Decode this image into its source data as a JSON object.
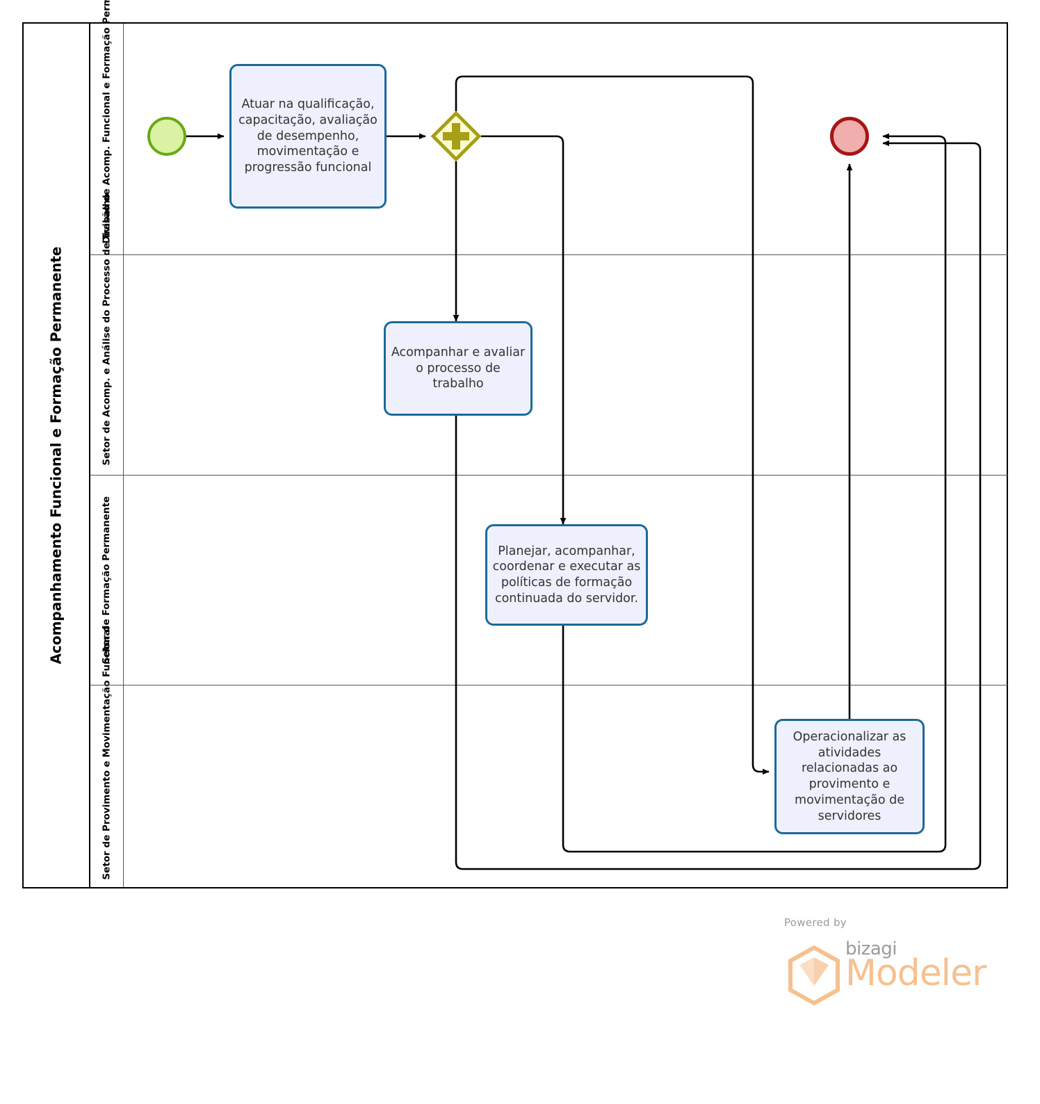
{
  "diagram": {
    "type": "bpmn-process-diagram",
    "pool": {
      "title": "Acompanhamento Funcional e Formação Permanente"
    },
    "lanes": [
      {
        "id": "lane-1",
        "label": "Divisão de Acomp. Funcional e Formação Permanente"
      },
      {
        "id": "lane-2",
        "label": "Setor de Acomp. e Análise do Processo de Trabalho"
      },
      {
        "id": "lane-3",
        "label": "Setor de Formação Permanente"
      },
      {
        "id": "lane-4",
        "label": "Setor de Provimento e Movimentação Funcional"
      }
    ],
    "events": [
      {
        "id": "start-event",
        "kind": "start",
        "label": "",
        "lane": "lane-1",
        "fill": "#d9f2a4",
        "stroke": "#6aa812"
      },
      {
        "id": "end-event",
        "kind": "end",
        "label": "",
        "lane": "lane-1",
        "fill": "#f0aeae",
        "stroke": "#a81414"
      }
    ],
    "gateways": [
      {
        "id": "parallel-gateway",
        "kind": "parallel",
        "symbol": "plus",
        "label": "",
        "lane": "lane-1",
        "fill": "#fbfbcf",
        "stroke": "#a6a016"
      }
    ],
    "tasks": [
      {
        "id": "task-1",
        "lane": "lane-1",
        "label": "Atuar na qualificação, capacitação, avaliação de desempenho, movimentação e progressão funcional"
      },
      {
        "id": "task-2",
        "lane": "lane-2",
        "label": "Acompanhar e avaliar o processo de trabalho"
      },
      {
        "id": "task-3",
        "lane": "lane-3",
        "label": "Planejar, acompanhar, coordenar e executar as políticas de formação continuada do servidor."
      },
      {
        "id": "task-4",
        "lane": "lane-4",
        "label": "Operacionalizar as atividades relacionadas ao provimento e movimentação de servidores"
      }
    ],
    "flows": [
      {
        "id": "flow-start-task1",
        "from": "start-event",
        "to": "task-1",
        "label": ""
      },
      {
        "id": "flow-task1-gateway",
        "from": "task-1",
        "to": "parallel-gateway",
        "label": ""
      },
      {
        "id": "flow-gateway-task2",
        "from": "parallel-gateway",
        "to": "task-2",
        "label": ""
      },
      {
        "id": "flow-gateway-task3",
        "from": "parallel-gateway",
        "to": "task-3",
        "label": ""
      },
      {
        "id": "flow-gateway-task4",
        "from": "parallel-gateway",
        "to": "task-4",
        "label": ""
      },
      {
        "id": "flow-task2-end",
        "from": "task-2",
        "to": "end-event",
        "label": ""
      },
      {
        "id": "flow-task3-end",
        "from": "task-3",
        "to": "end-event",
        "label": ""
      },
      {
        "id": "flow-task4-end",
        "from": "task-4",
        "to": "end-event",
        "label": ""
      }
    ],
    "colors": {
      "task_fill": "#eef1fd",
      "task_stroke": "#1b6a99",
      "start_fill": "#d9f2a4",
      "start_stroke": "#6aa812",
      "end_fill": "#f0aeae",
      "end_stroke": "#a81414",
      "gateway_fill": "#fbfbcf",
      "gateway_stroke": "#a6a016",
      "connector": "#000000",
      "lane_border": "#555555",
      "pool_border": "#000000"
    }
  },
  "footer": {
    "powered_by": "Powered by",
    "brand": "bizagi",
    "product": "Modeler",
    "brand_color": "#f5c18f"
  }
}
